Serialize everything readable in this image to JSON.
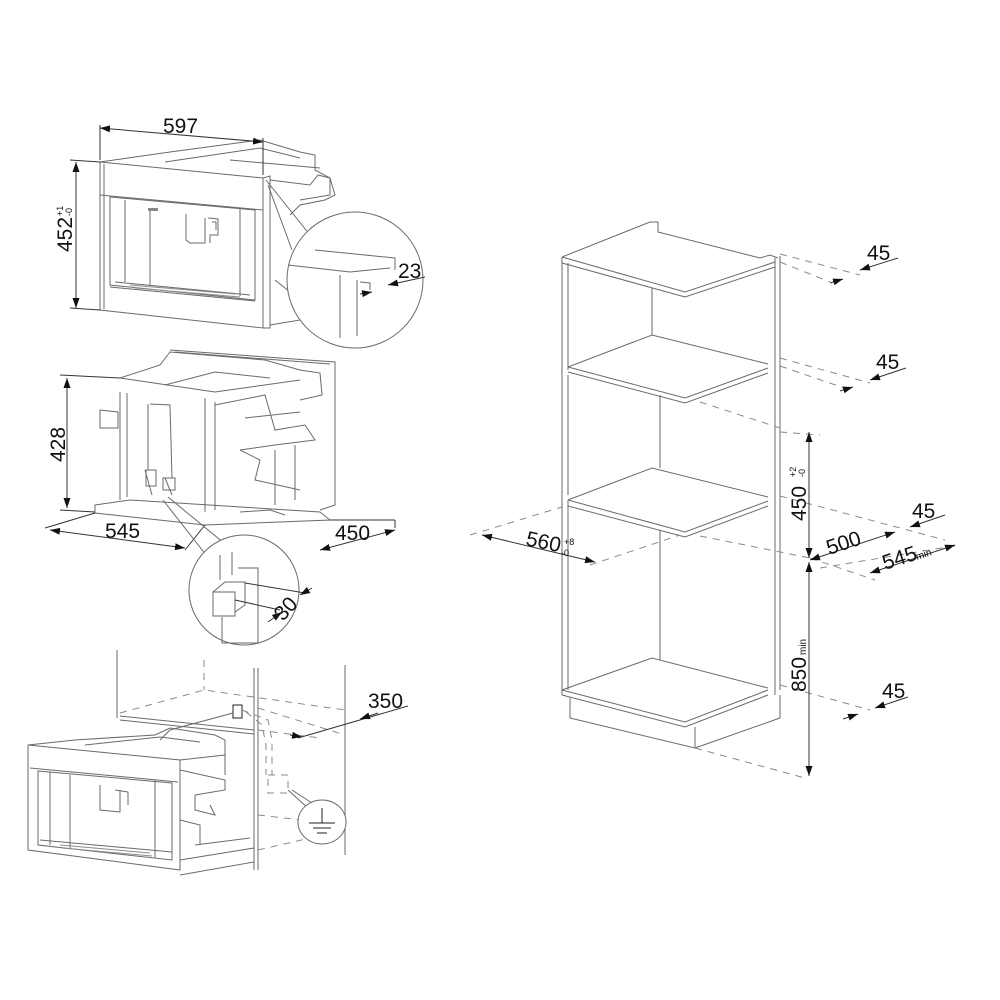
{
  "figure": {
    "type": "built-in coffee machine installation diagram",
    "views": [
      {
        "id": "appliance-front",
        "description": "Appliance overall dimensions"
      },
      {
        "id": "appliance-side",
        "description": "Appliance body depth and height"
      },
      {
        "id": "installation",
        "description": "Appliance sliding into cabinet with electrical connection"
      },
      {
        "id": "cabinet",
        "description": "Column cabinet niche dimensions"
      }
    ]
  },
  "dimensions": {
    "appliance_width": "597",
    "appliance_height": "452",
    "appliance_height_tol_plus": "+1",
    "appliance_height_tol_minus": "-0",
    "frame_detail": "23",
    "body_height": "428",
    "body_width": "545",
    "body_depth": "450",
    "plug_detail": "30",
    "socket_distance": "350",
    "niche_top_rear_gap": "45",
    "niche_upper_shelf_gap": "45",
    "niche_width": "560",
    "niche_width_tol_plus": "+8",
    "niche_width_tol_minus": "-0",
    "niche_height": "450",
    "niche_height_tol_plus": "+2",
    "niche_height_tol_minus": "-0",
    "niche_shelf_gap": "45",
    "niche_depth": "500",
    "cabinet_depth": "545",
    "cabinet_depth_suffix": "min",
    "floor_height": "850",
    "floor_height_suffix": "min",
    "base_gap": "45"
  },
  "symbols": {
    "ground": "ground-symbol"
  },
  "colors": {
    "line": "#6a6a6a",
    "dimension": "#111111",
    "background": "#ffffff"
  }
}
